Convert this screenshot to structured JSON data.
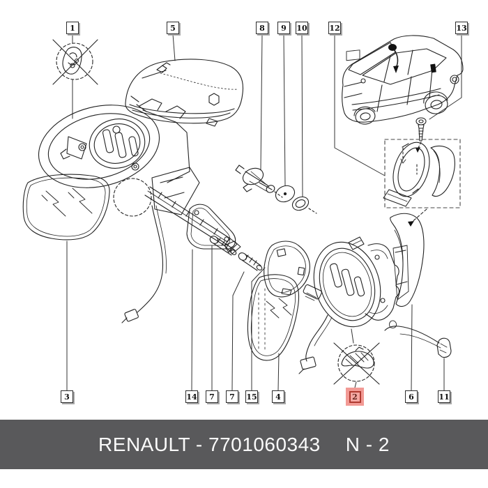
{
  "footer": {
    "left": "RENAULT - 7701060343",
    "right": "N - 2",
    "bar_color": "#59595b",
    "text_color": "#fafafa"
  },
  "highlight": {
    "color": "#f29a95",
    "inner_border": "#b03a30",
    "digit_color": "#5f221c"
  },
  "line_color": "#222222",
  "callouts": [
    {
      "label": "1"
    },
    {
      "label": "5"
    },
    {
      "label": "8"
    },
    {
      "label": "9"
    },
    {
      "label": "10"
    },
    {
      "label": "12"
    },
    {
      "label": "13"
    },
    {
      "label": "3"
    },
    {
      "label": "14"
    },
    {
      "label": "7"
    },
    {
      "label": "7"
    },
    {
      "label": "15"
    },
    {
      "label": "4"
    },
    {
      "label": "2",
      "highlighted": true
    },
    {
      "label": "6"
    },
    {
      "label": "11"
    }
  ],
  "drawings": [
    {
      "name": "crossed-out-bulb-icon"
    },
    {
      "name": "mirror-cover-shell"
    },
    {
      "name": "mirror-housing-with-motor"
    },
    {
      "name": "mirror-arm-and-cable"
    },
    {
      "name": "cone-grommet-part"
    },
    {
      "name": "disc-seal-part"
    },
    {
      "name": "ring-seal-part"
    },
    {
      "name": "car-illustration"
    },
    {
      "name": "mounting-screw"
    },
    {
      "name": "dashed-assembly-box"
    },
    {
      "name": "mirror-base-cover"
    },
    {
      "name": "triangular-gasket"
    },
    {
      "name": "screw-a"
    },
    {
      "name": "screw-b"
    },
    {
      "name": "triangular-frame"
    },
    {
      "name": "mirror-glass-large"
    },
    {
      "name": "mirror-glass-small"
    },
    {
      "name": "motor-seal-assembly"
    },
    {
      "name": "crossed-out-indicator-lamp"
    },
    {
      "name": "wire-bracket"
    }
  ]
}
